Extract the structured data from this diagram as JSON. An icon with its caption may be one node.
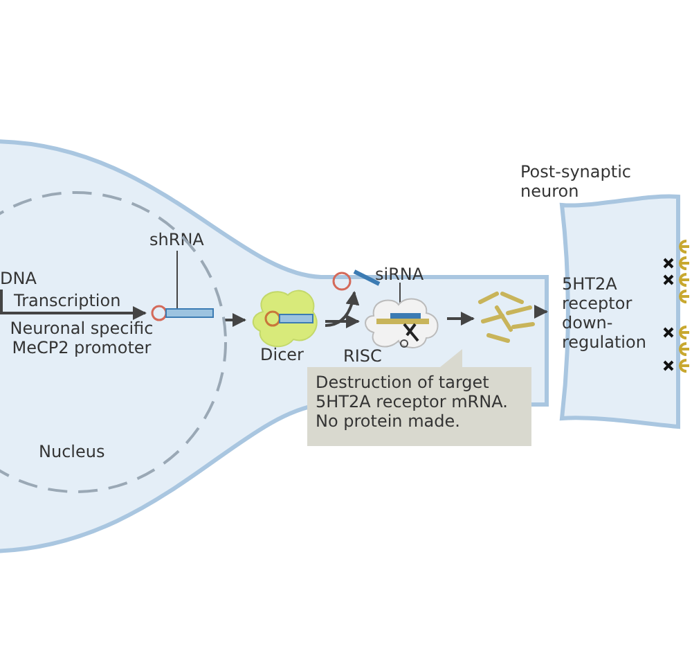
{
  "diagram": {
    "nodes": [
      {
        "text": [
          "Nucleus"
        ]
      },
      {
        "text": [
          "DNA"
        ],
        "in": 0
      },
      {
        "text": [],
        "shape": "picture",
        "in": 0
      },
      {
        "text": [
          "shRNA"
        ],
        "in": 0
      },
      {
        "text": [
          "Dicer"
        ]
      },
      {
        "text": [
          "RISC"
        ]
      },
      {
        "text": [
          "siRNA"
        ]
      },
      {
        "text": [],
        "shape": "picture"
      },
      {
        "text": [
          "5HT2A receptor down-regulation"
        ],
        "beside": [
          "Post-synaptic neuron"
        ]
      },
      {
        "text": [
          "Destruction of target 5HT2A receptor mRNA. No protein made."
        ]
      },
      {
        "text": [],
        "shape": "picture"
      }
    ],
    "edges": [
      {
        "from": 1,
        "to": 2,
        "arrow": "to",
        "label": "Transcription"
      },
      {
        "from": 2,
        "to": 4,
        "arrow": "to"
      },
      {
        "from": 4,
        "to": 5,
        "arrow": "to"
      },
      {
        "from": 5,
        "to": 7,
        "arrow": "to"
      },
      {
        "from": 7,
        "to": 8,
        "arrow": "to"
      },
      {
        "from": 3,
        "to": 2,
        "arrow": "none"
      },
      {
        "from": 6,
        "to": 5,
        "arrow": "none"
      },
      {
        "from": 4,
        "to": 10,
        "arrow": "to"
      }
    ],
    "labels": [
      "Neuronal specific MeCP2 promoter"
    ]
  }
}
